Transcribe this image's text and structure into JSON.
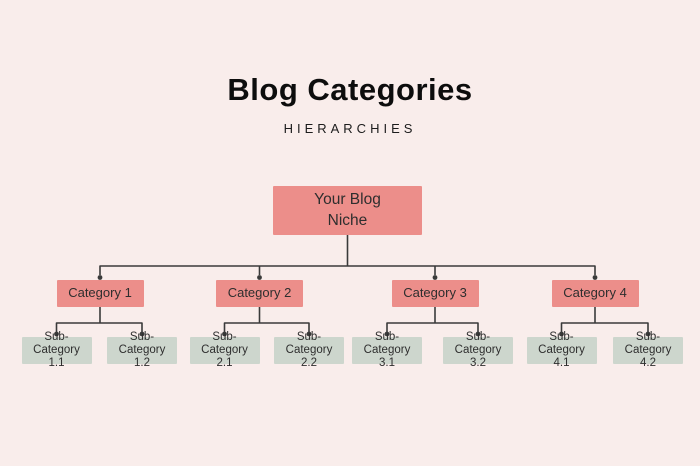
{
  "header": {
    "title": "Blog Categories",
    "subtitle": "HIERARCHIES"
  },
  "colors": {
    "background": "#f9edeb",
    "node_pink": "#ec8e8a",
    "node_green": "#cdd6cd",
    "line": "#3a3a3a",
    "title_text": "#0d0d0d",
    "node_text": "#2e2e2e"
  },
  "tree": {
    "root": {
      "line1": "Your Blog",
      "line2": "Niche"
    },
    "categories": [
      {
        "label": "Category 1",
        "subs": [
          {
            "line1": "Sub-Category",
            "line2": "1.1"
          },
          {
            "line1": "Sub-Category",
            "line2": "1.2"
          }
        ]
      },
      {
        "label": "Category 2",
        "subs": [
          {
            "line1": "Sub-Category",
            "line2": "2.1"
          },
          {
            "line1": "Sub-Category",
            "line2": "2.2"
          }
        ]
      },
      {
        "label": "Category 3",
        "subs": [
          {
            "line1": "Sub-Category",
            "line2": "3.1"
          },
          {
            "line1": "Sub-Category",
            "line2": "3.2"
          }
        ]
      },
      {
        "label": "Category 4",
        "subs": [
          {
            "line1": "Sub-Category",
            "line2": "4.1"
          },
          {
            "line1": "Sub-Category",
            "line2": "4.2"
          }
        ]
      }
    ]
  }
}
